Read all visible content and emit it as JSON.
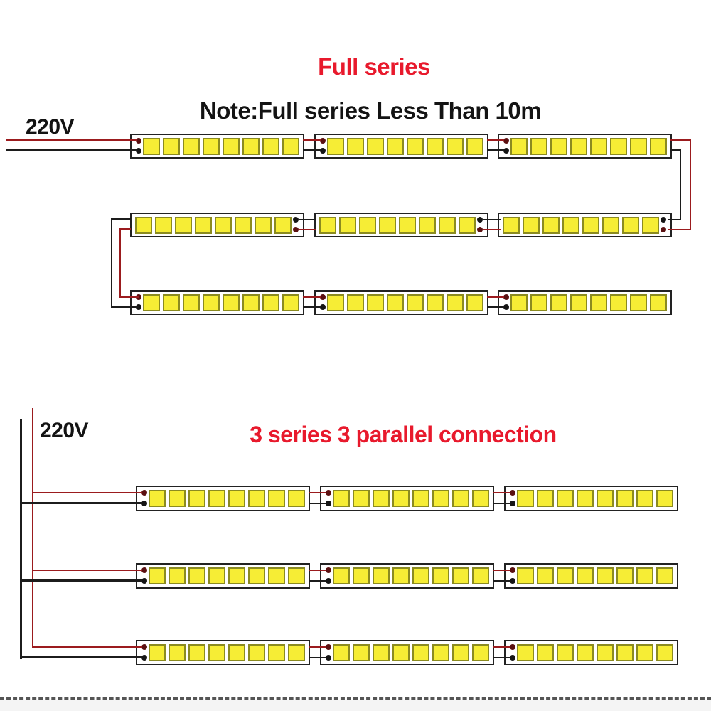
{
  "full_series_section": {
    "title": "Full series",
    "note": "Note:Full series Less Than 10m",
    "voltage_label": "220V",
    "row_count": 3,
    "strips_per_row": 3,
    "leds_per_strip": 8
  },
  "parallel_section": {
    "title": "3 series 3 parallel connection",
    "voltage_label": "220V",
    "row_count": 3,
    "strips_per_row": 3,
    "leds_per_strip": 8
  },
  "colors": {
    "title_red": "#e8192c",
    "note_black": "#131313",
    "wire_red": "#9b1b1e",
    "wire_black": "#1c1c1c",
    "led_yellow": "#f6ed35",
    "led_border_olive": "#8b8b20",
    "strip_border_black": "#222222",
    "terminal_dot_black": "#151515",
    "divider_gray": "#555555"
  }
}
